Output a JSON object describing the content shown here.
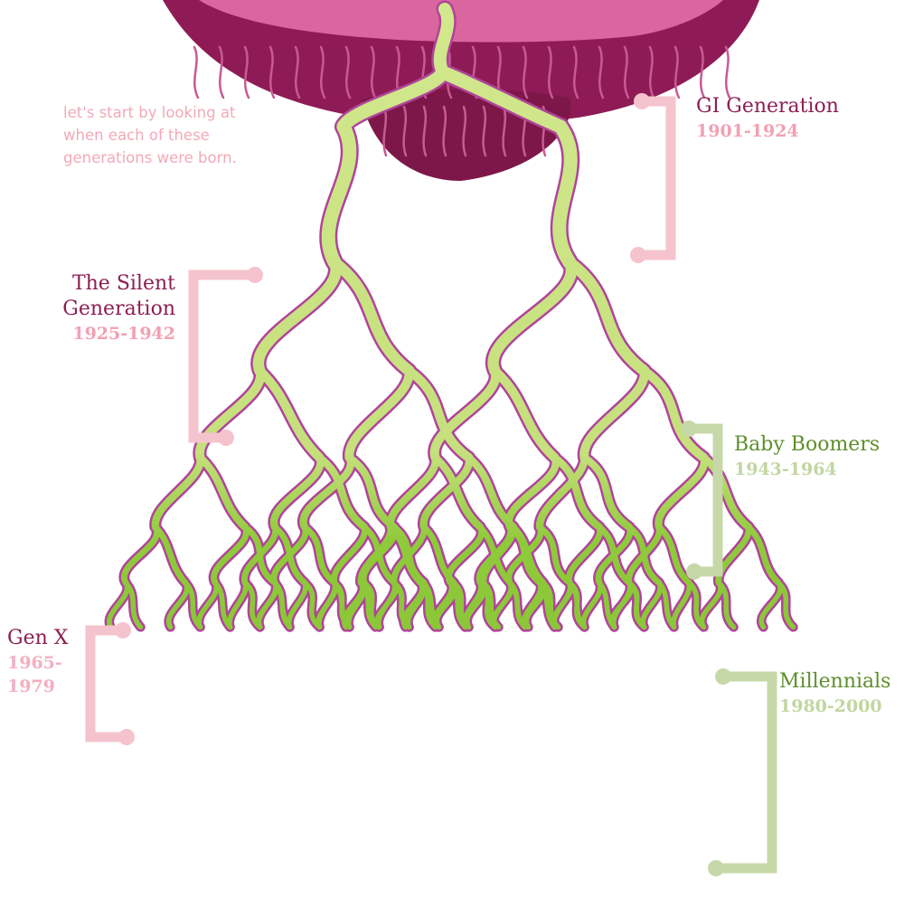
{
  "intro_text": "let's start by looking at when each of these generations were born.",
  "generations": [
    {
      "name": "GI Generation",
      "years": "1901-1924"
    },
    {
      "name": "The Silent Generation",
      "years": "1925-1942"
    },
    {
      "name": "Baby Boomers",
      "years": "1943-1964"
    },
    {
      "name": "Gen X",
      "years": "1965-1979"
    },
    {
      "name": "Millennials",
      "years": "1980-2000"
    }
  ],
  "colors": {
    "seed_dark": "#8e1b55",
    "seed_light": "#d9669e",
    "root_light": "#cfe68a",
    "root_mid": "#9fcf3e",
    "root_dark": "#6f9a2a",
    "root_outline": "#b0449a",
    "bracket_pink": "#f5c3cd",
    "bracket_green": "#c7d8a8",
    "label_dark": "#8c1f52",
    "label_green": "#5e8f2a"
  }
}
